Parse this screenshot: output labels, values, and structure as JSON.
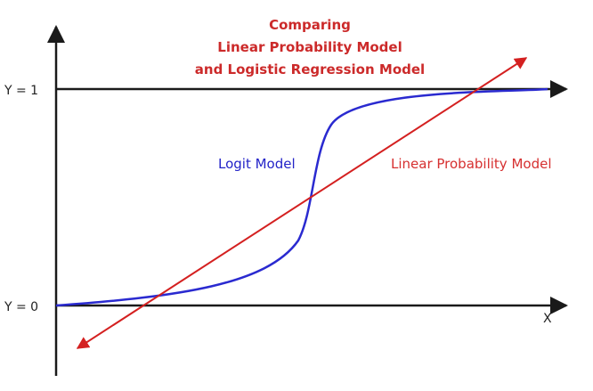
{
  "title": {
    "line1": "Comparing",
    "line2": "Linear Probability Model",
    "line3": "and Logistic Regression Model"
  },
  "axes": {
    "y_top_label": "Y = 1",
    "y_bottom_label": "Y = 0",
    "x_label": "X"
  },
  "curves": {
    "logit_label": "Logit Model",
    "linear_label": "Linear Probability Model"
  },
  "colors": {
    "axis": "#1a1a1a",
    "logit": "#2a2ad0",
    "linear": "#d42020",
    "title": "#cc2a2a"
  }
}
